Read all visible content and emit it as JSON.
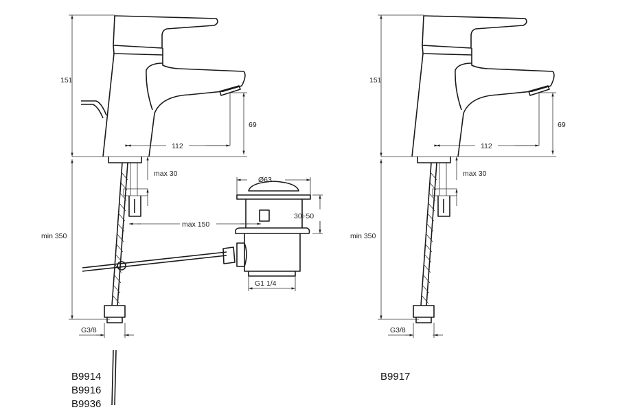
{
  "left_drawing": {
    "dimensions": {
      "height": "151",
      "spout_height": "69",
      "spout_reach": "112",
      "max_deck": "max 30",
      "max_drain_distance": "max 150",
      "drain_diameter": "Ø63",
      "drain_thickness": "30÷50",
      "drain_thread": "G1 1/4",
      "hose_length": "min 350",
      "hose_thread": "G3/8"
    },
    "models": [
      "B9914",
      "B9916",
      "B9936"
    ]
  },
  "right_drawing": {
    "dimensions": {
      "height": "151",
      "spout_height": "69",
      "spout_reach": "112",
      "max_deck": "max 30",
      "hose_length": "min 350",
      "hose_thread": "G3/8"
    },
    "models": [
      "B9917"
    ]
  }
}
